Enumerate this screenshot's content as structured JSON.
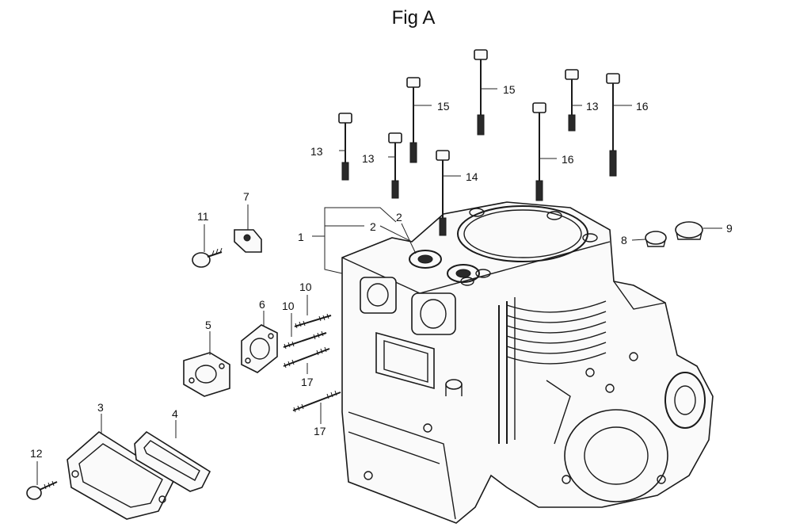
{
  "figure": {
    "title": "Fig A"
  },
  "callouts": {
    "c1": "1",
    "c2a": "2",
    "c2b": "2",
    "c3": "3",
    "c4": "4",
    "c5": "5",
    "c6": "6",
    "c7": "7",
    "c8": "8",
    "c9": "9",
    "c10a": "10",
    "c10b": "10",
    "c11": "11",
    "c12": "12",
    "c13a": "13",
    "c13b": "13",
    "c13c": "13",
    "c14": "14",
    "c15a": "15",
    "c15b": "15",
    "c16a": "16",
    "c16b": "16",
    "c17a": "17",
    "c17b": "17"
  },
  "colors": {
    "line": "#1a1a1a",
    "background": "#ffffff"
  }
}
